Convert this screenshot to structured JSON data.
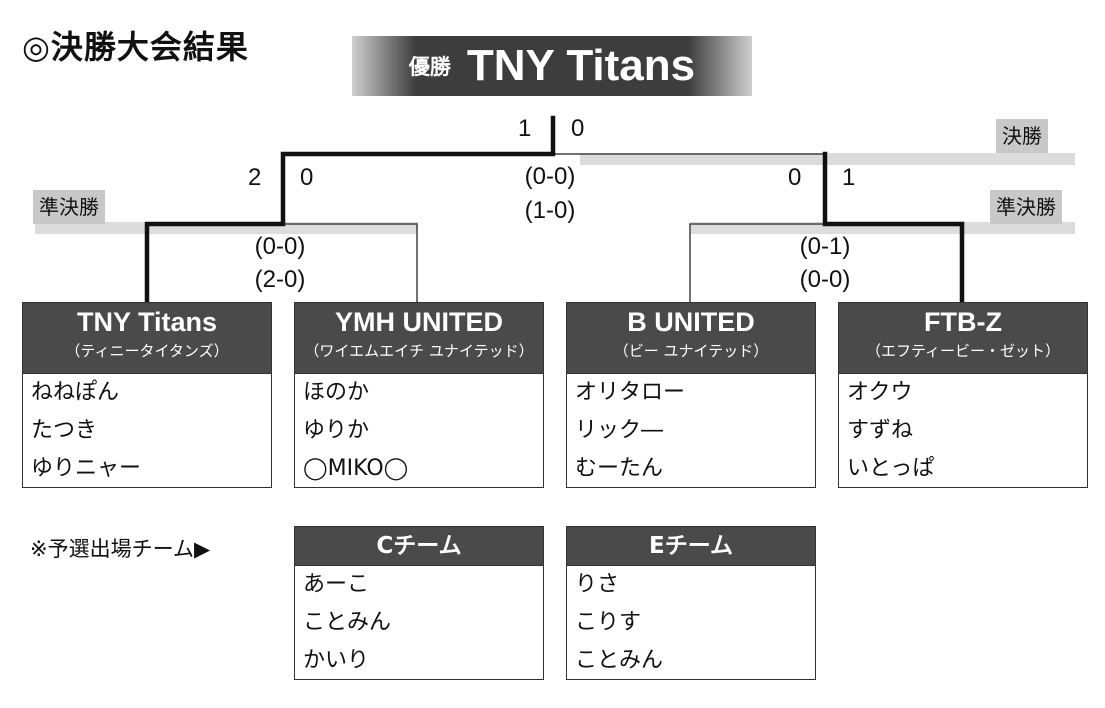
{
  "title": "◎決勝大会結果",
  "winner": {
    "label": "優勝",
    "name": "TNY Titans"
  },
  "rounds": {
    "final": "決勝",
    "semi_left": "準決勝",
    "semi_right": "準決勝"
  },
  "final_match": {
    "score_left": "1",
    "score_right": "0",
    "sub1": "(0-0)",
    "sub2": "(1-0)"
  },
  "semi_left": {
    "score_left": "2",
    "score_right": "0",
    "sub1": "(0-0)",
    "sub2": "(2-0)"
  },
  "semi_right": {
    "score_left": "0",
    "score_right": "1",
    "sub1": "(0-1)",
    "sub2": "(0-0)"
  },
  "teams": [
    {
      "name": "TNY Titans",
      "kana": "（ティニータイタンズ）",
      "members": [
        "ねねぽん",
        "たつき",
        "ゆりニャー"
      ]
    },
    {
      "name": "YMH UNITED",
      "kana": "（ワイエムエイチ ユナイテッド）",
      "members": [
        "ほのか",
        "ゆりか",
        "◯MIKO◯"
      ]
    },
    {
      "name": "B UNITED",
      "kana": "（ビー ユナイテッド）",
      "members": [
        "オリタロー",
        "リック―",
        "むーたん"
      ]
    },
    {
      "name": "FTB-Z",
      "kana": "（エフティービー・ゼット）",
      "members": [
        "オクウ",
        "すずね",
        "いとっぱ"
      ]
    }
  ],
  "qualifier_note": "※予選出場チーム▶",
  "extra_teams": [
    {
      "name": "Cチーム",
      "members": [
        "あーこ",
        "ことみん",
        "かいり"
      ]
    },
    {
      "name": "Eチーム",
      "members": [
        "りさ",
        "こりす",
        "ことみん"
      ]
    }
  ]
}
